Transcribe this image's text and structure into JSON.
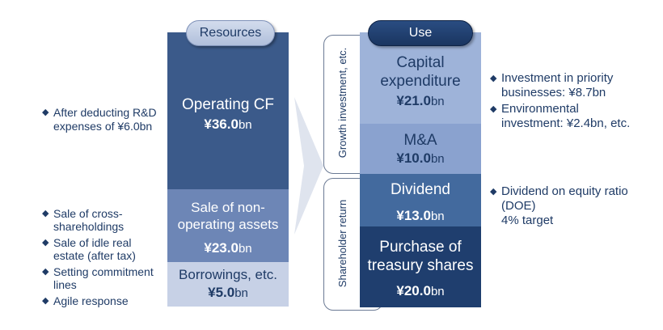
{
  "resources": {
    "header": "Resources",
    "blocks": [
      {
        "label_lines": [
          "Operating CF"
        ],
        "currency": "¥",
        "value": "36.0",
        "unit": "bn"
      },
      {
        "label_lines": [
          "Sale of non-",
          "operating assets"
        ],
        "currency": "¥",
        "value": "23.0",
        "unit": "bn"
      },
      {
        "label_lines": [
          "Borrowings, etc."
        ],
        "currency": "¥",
        "value": "5.0",
        "unit": "bn"
      }
    ],
    "notes_operating": [
      "After deducting R&D",
      "expenses of ¥6.0bn"
    ],
    "notes_sale": [
      "Sale of cross-",
      "shareholdings",
      "Sale of idle real",
      "estate (after tax)",
      "Setting commitment",
      "lines",
      "Agile response"
    ]
  },
  "use": {
    "header": "Use",
    "groups": [
      {
        "label": "Growth investment, etc."
      },
      {
        "label": "Shareholder return"
      }
    ],
    "blocks": [
      {
        "label_lines": [
          "Capital",
          "expenditure"
        ],
        "currency": "¥",
        "value": "21.0",
        "unit": "bn"
      },
      {
        "label_lines": [
          "M&A"
        ],
        "currency": "¥",
        "value": "10.0",
        "unit": "bn"
      },
      {
        "label_lines": [
          "Dividend"
        ],
        "currency": "¥",
        "value": "13.0",
        "unit": "bn"
      },
      {
        "label_lines": [
          "Purchase of",
          "treasury shares"
        ],
        "currency": "¥",
        "value": "20.0",
        "unit": "bn"
      }
    ],
    "notes_capex": [
      "Investment in priority",
      "businesses: ¥8.7bn",
      "Environmental",
      "investment: ¥2.4bn, etc."
    ],
    "notes_dividend": [
      "Dividend on equity ratio",
      "(DOE)",
      "4% target"
    ]
  },
  "colors": {
    "res_dark": "#3b5a8a",
    "res_mid": "#6d86b6",
    "res_light": "#c7d1e6",
    "use_light": "#9eb3d9",
    "use_mid": "#8aa2cf",
    "use_dark": "#436a9e",
    "use_darkest": "#1f3e6e",
    "arrow": "#dfe4ee"
  }
}
